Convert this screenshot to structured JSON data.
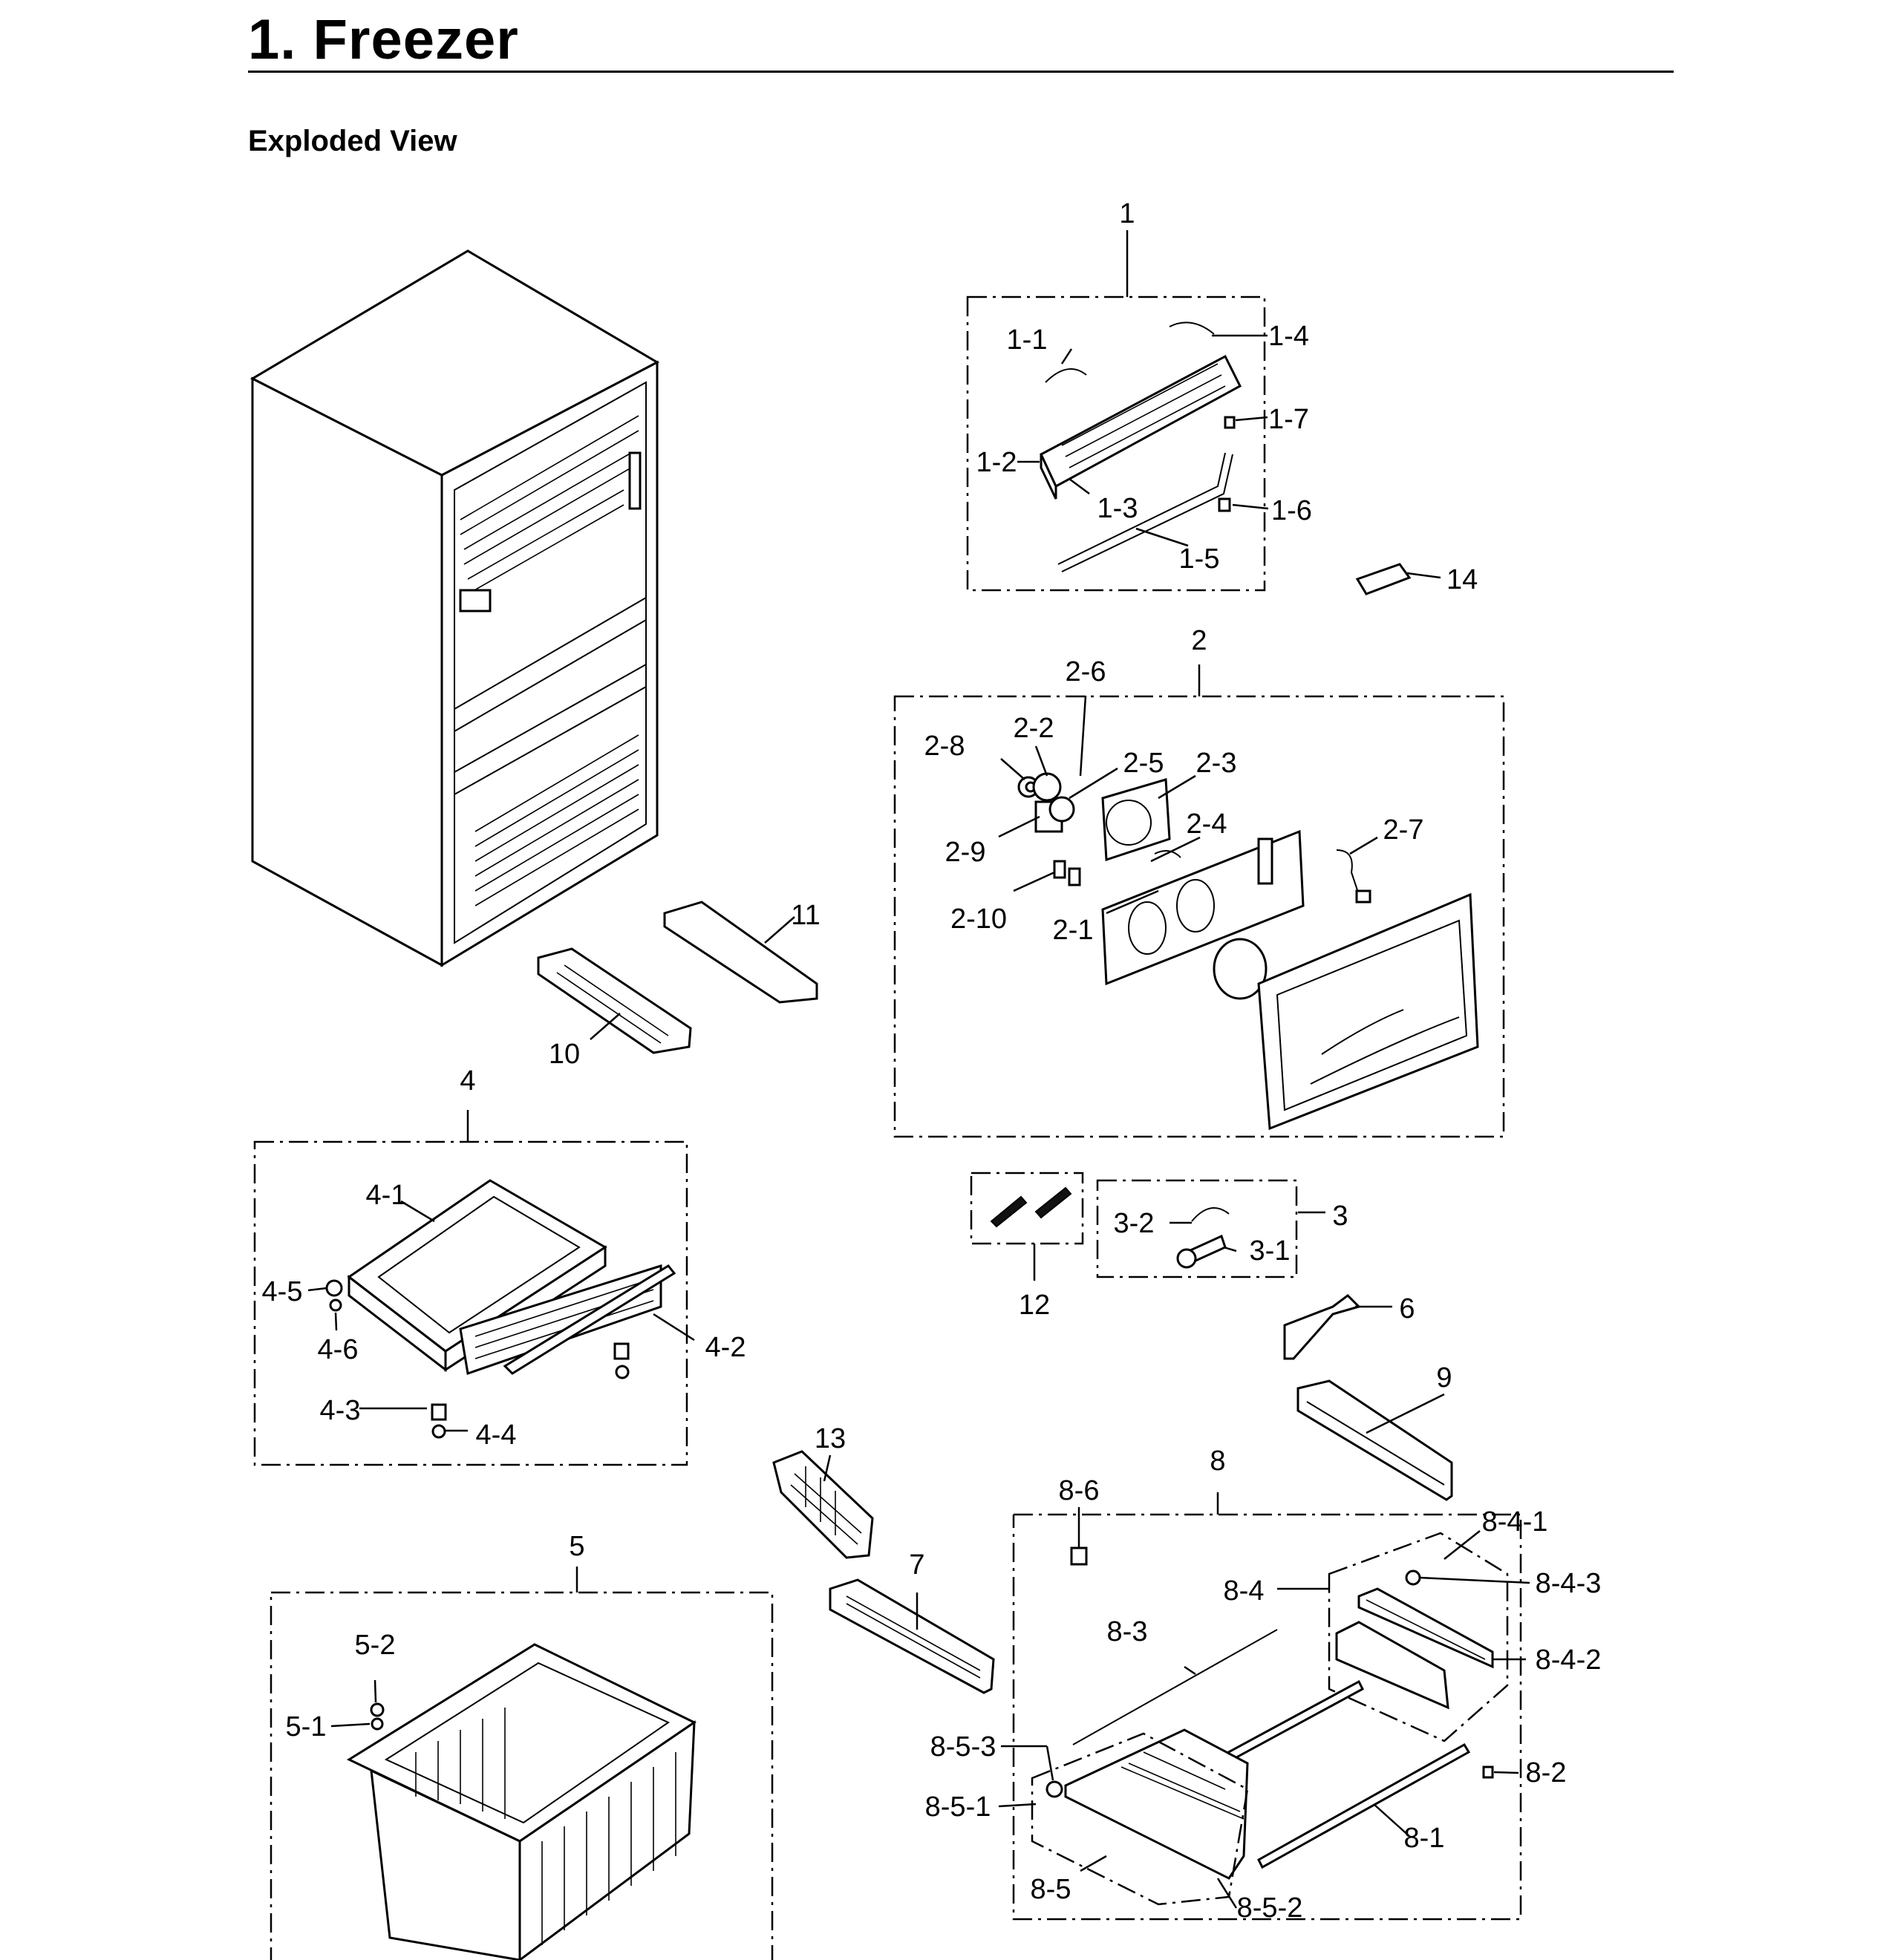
{
  "header": {
    "title": "1.  Freezer",
    "subtitle": "Exploded View"
  },
  "callouts": {
    "c1": "1",
    "c1_1": "1-1",
    "c1_2": "1-2",
    "c1_3": "1-3",
    "c1_4": "1-4",
    "c1_5": "1-5",
    "c1_6": "1-6",
    "c1_7": "1-7",
    "c14": "14",
    "c2": "2",
    "c2_1": "2-1",
    "c2_2": "2-2",
    "c2_3": "2-3",
    "c2_4": "2-4",
    "c2_5": "2-5",
    "c2_6": "2-6",
    "c2_7": "2-7",
    "c2_8": "2-8",
    "c2_9": "2-9",
    "c2_10": "2-10",
    "c11": "11",
    "c10": "10",
    "c4": "4",
    "c4_1": "4-1",
    "c4_2": "4-2",
    "c4_3": "4-3",
    "c4_4": "4-4",
    "c4_5": "4-5",
    "c4_6": "4-6",
    "c12": "12",
    "c3": "3",
    "c3_1": "3-1",
    "c3_2": "3-2",
    "c6": "6",
    "c9": "9",
    "c13": "13",
    "c7": "7",
    "c5": "5",
    "c5_1": "5-1",
    "c5_2": "5-2",
    "c8": "8",
    "c8_1": "8-1",
    "c8_2": "8-2",
    "c8_3": "8-3",
    "c8_4": "8-4",
    "c8_4_1": "8-4-1",
    "c8_4_2": "8-4-2",
    "c8_4_3": "8-4-3",
    "c8_5": "8-5",
    "c8_5_1": "8-5-1",
    "c8_5_2": "8-5-2",
    "c8_5_3": "8-5-3",
    "c8_6": "8-6"
  }
}
